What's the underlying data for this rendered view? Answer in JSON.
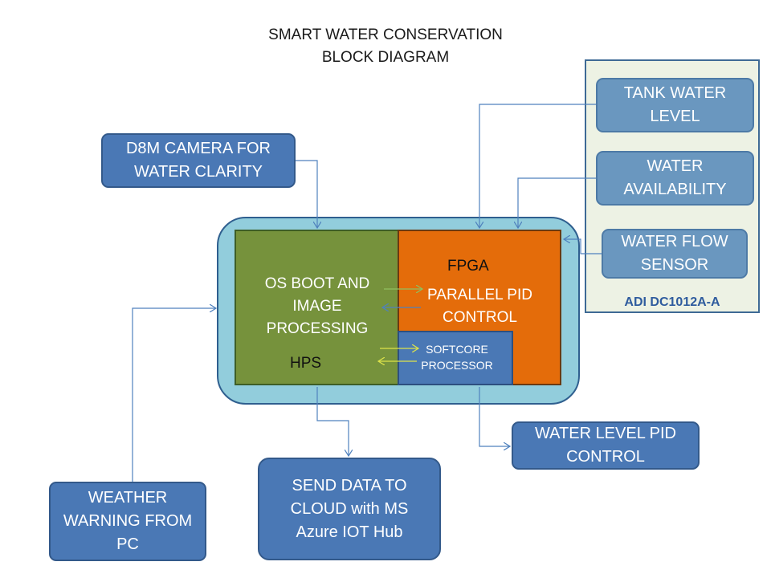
{
  "title": {
    "line1": "SMART WATER CONSERVATION",
    "line2": "BLOCK DIAGRAM"
  },
  "camera": {
    "line1": "D8M CAMERA FOR",
    "line2": "WATER CLARITY"
  },
  "sensors": {
    "tank": {
      "line1": "TANK WATER",
      "line2": "LEVEL"
    },
    "availability": {
      "line1": "WATER",
      "line2": "AVAILABILITY"
    },
    "flow": {
      "line1": "WATER FLOW",
      "line2": "SENSOR"
    },
    "panel_label": "ADI DC1012A-A"
  },
  "hps": {
    "line1": "OS BOOT AND",
    "line2": "IMAGE",
    "line3": "PROCESSING",
    "label": "HPS"
  },
  "fpga": {
    "label": "FPGA",
    "line1": "PARALLEL PID",
    "line2": "CONTROL"
  },
  "softcore": {
    "line1": "SOFTCORE",
    "line2": "PROCESSOR"
  },
  "water_level_pid": {
    "line1": "WATER LEVEL PID",
    "line2": "CONTROL"
  },
  "cloud": {
    "line1": "SEND DATA TO",
    "line2": "CLOUD with MS",
    "line3": "Azure IOT Hub"
  },
  "weather": {
    "line1": "WEATHER",
    "line2": "WARNING FROM",
    "line3": "PC"
  },
  "colors": {
    "connector": "#4f81bd",
    "bus_green": "#8fc060",
    "bus_yellow": "#dde34a",
    "hps_fill": "#76923c",
    "fpga_fill": "#e46c0a",
    "block_fill": "#4a78b5",
    "sensor_fill": "#6a97bf",
    "board_fill": "#92cddc"
  }
}
